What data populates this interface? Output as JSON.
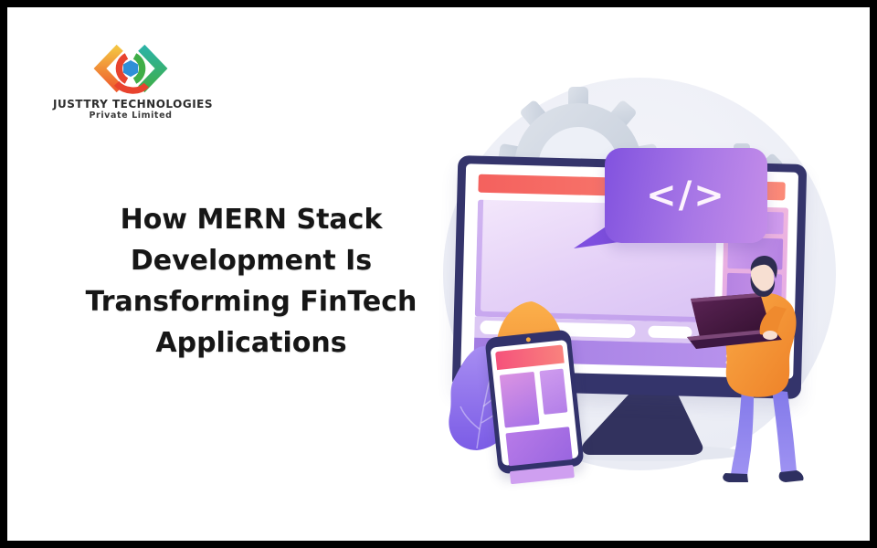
{
  "page": {
    "background": "#ffffff",
    "frame_color": "#000000"
  },
  "logo": {
    "company_name": "JUSTTRY TECHNOLOGIES",
    "subtitle": "Private Limited",
    "icon_name": "justtry-hexagon-code-logo",
    "icon_colors": {
      "yellow": "#f4c342",
      "orange": "#ee7b2f",
      "red": "#e8432e",
      "teal": "#2cb3a5",
      "green": "#3fae47",
      "blue": "#2f8fd8"
    },
    "text_color": "#2d2d2d"
  },
  "headline": {
    "full_text": "How MERN Stack Development Is Transforming FinTech Applications",
    "lines": [
      "How MERN Stack",
      "Development Is",
      "Transforming FinTech",
      "Applications"
    ],
    "color": "#161616"
  },
  "illustration": {
    "name": "developer-building-app-at-workstation",
    "code_symbol": "</>",
    "elements": [
      "background-circle",
      "gear-large",
      "gear-small",
      "desktop-monitor",
      "code-speech-bubble",
      "developer-with-laptop",
      "tablet-device",
      "plant-leaf",
      "orange-bush",
      "monitor-stand"
    ],
    "colors": {
      "backdrop_circle": "#eef0f7",
      "gear_gray": "#d4dae4",
      "monitor_frame_navy": "#34346b",
      "screen_lavender": "#e7d6f6",
      "header_bar_red": "#f8756d",
      "bubble_purple_dark": "#8152df",
      "bubble_purple_light": "#c48de9",
      "sweater_orange": "#f79a3b",
      "pants_purple": "#8d80ec",
      "laptop_plum": "#4b1d4c",
      "tablet_bar_pink": "#f55f7c",
      "plant_purple": "#8a6cea",
      "bush_orange": "#f79a3b"
    }
  }
}
